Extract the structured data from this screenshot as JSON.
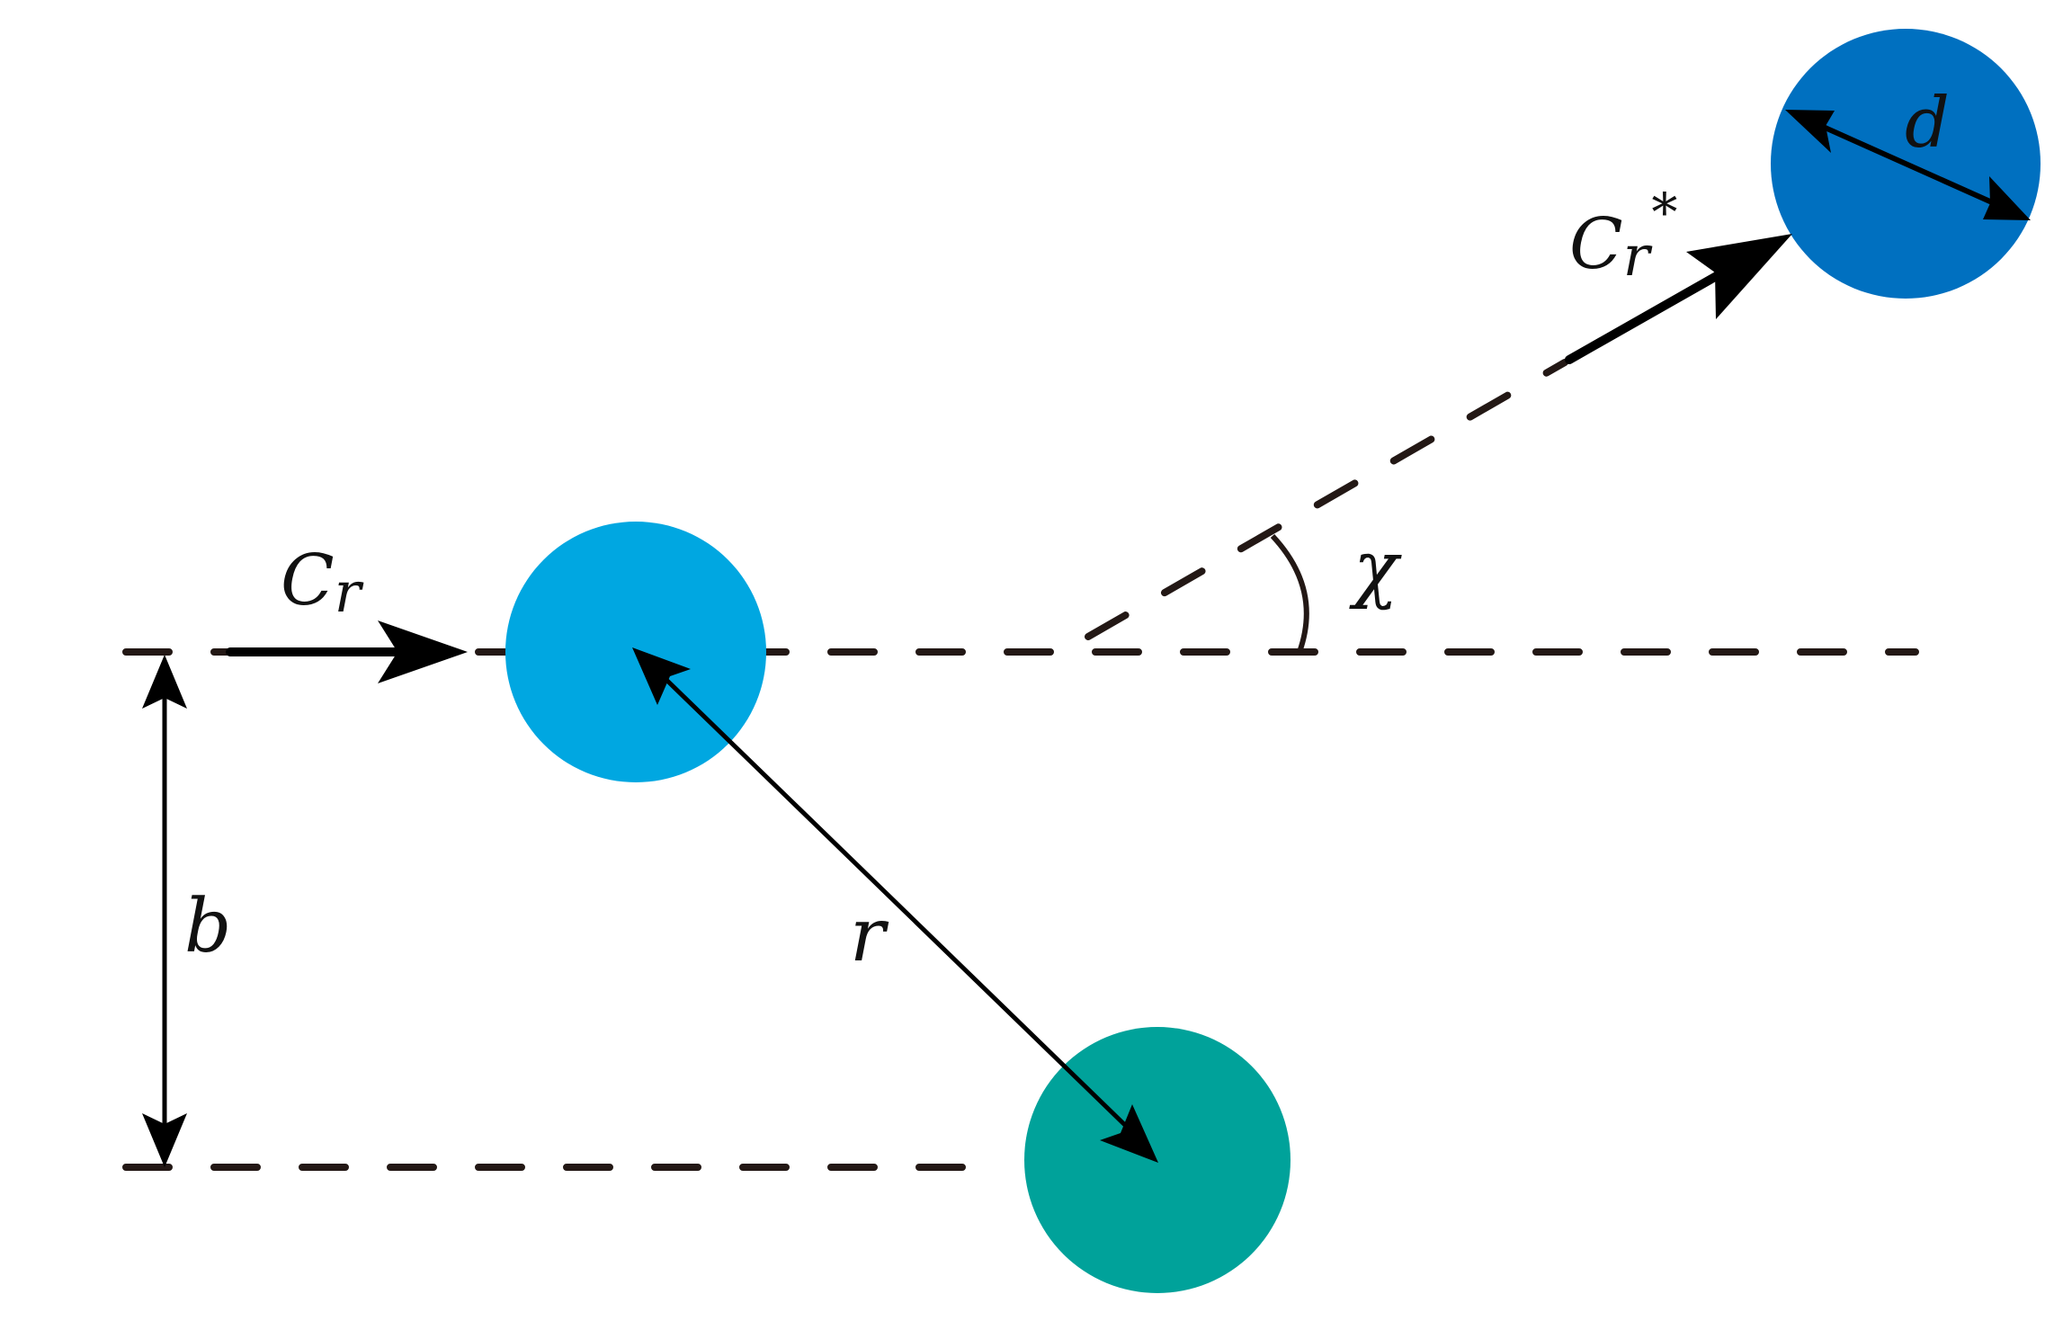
{
  "particles": {
    "colliding": {
      "color": "#00A7E1"
    },
    "target": {
      "color": "#00A29A"
    },
    "scattered": {
      "color": "#0070C0"
    }
  },
  "labels": {
    "incoming_velocity": "C",
    "incoming_velocity_sub": "r",
    "outgoing_velocity": "C",
    "outgoing_velocity_sub": "r",
    "outgoing_velocity_sup": "*",
    "deflection_angle": "χ",
    "impact_parameter": "b",
    "separation": "r",
    "diameter": "d"
  },
  "colors": {
    "line": "#231815",
    "arrow": "#000000"
  }
}
